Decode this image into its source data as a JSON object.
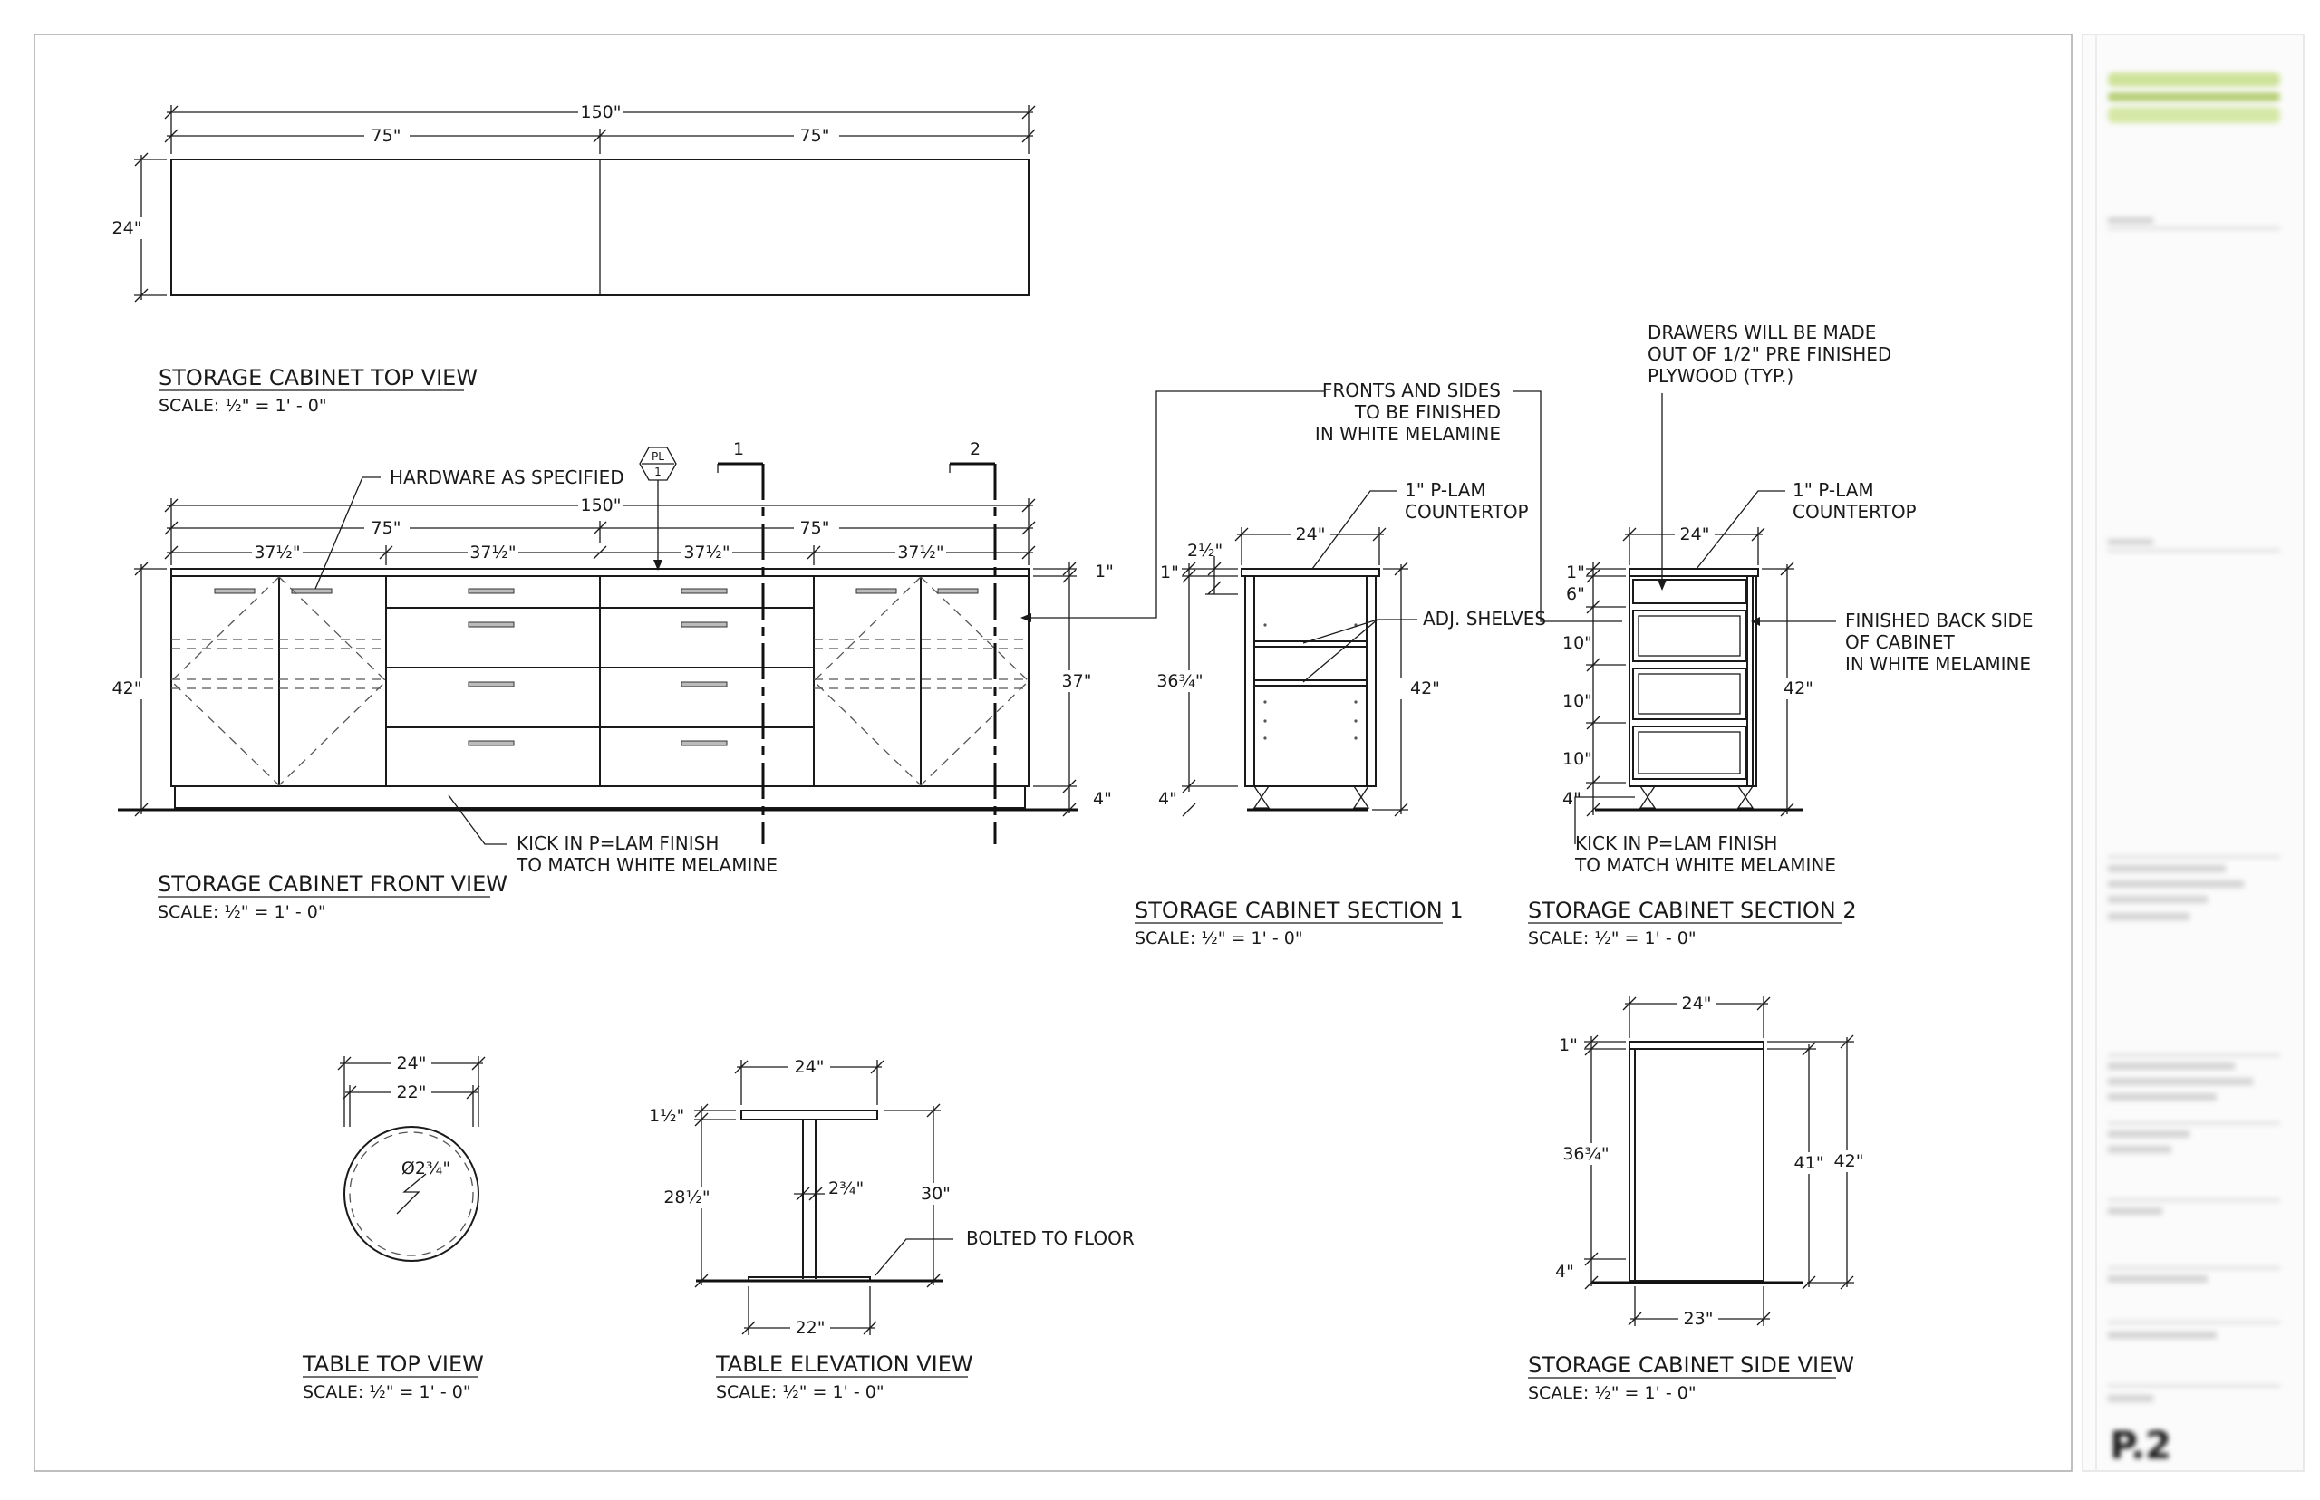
{
  "views": {
    "top_view": {
      "title": "STORAGE CABINET TOP VIEW",
      "scale": "SCALE: ½\" = 1' - 0\""
    },
    "front_view": {
      "title": "STORAGE CABINET FRONT VIEW",
      "scale": "SCALE: ½\" = 1' - 0\""
    },
    "section_1": {
      "title": "STORAGE CABINET SECTION 1",
      "scale": "SCALE: ½\" = 1' - 0\""
    },
    "section_2": {
      "title": "STORAGE CABINET SECTION 2",
      "scale": "SCALE: ½\" = 1' - 0\""
    },
    "table_top": {
      "title": "TABLE TOP VIEW",
      "scale": "SCALE: ½\" = 1' - 0\""
    },
    "table_elev": {
      "title": "TABLE ELEVATION VIEW",
      "scale": "SCALE: ½\" = 1' - 0\""
    },
    "side_view": {
      "title": "STORAGE CABINET SIDE VIEW",
      "scale": "SCALE: ½\" = 1' - 0\""
    }
  },
  "dims": {
    "top_overall": "150\"",
    "top_half_left": "75\"",
    "top_half_right": "75\"",
    "top_depth": "24\"",
    "front_overall": "150\"",
    "front_half_left": "75\"",
    "front_half_right": "75\"",
    "front_bay_1": "37½\"",
    "front_bay_2": "37½\"",
    "front_bay_3": "37½\"",
    "front_bay_4": "37½\"",
    "front_height": "42\"",
    "front_top": "1\"",
    "front_body": "37\"",
    "front_kick": "4\"",
    "s1_width": "24\"",
    "s1_top_a": "1\"",
    "s1_top_b": "2½\"",
    "s1_body": "36¾\"",
    "s1_kick": "4\"",
    "s1_height": "42\"",
    "s2_width": "24\"",
    "s2_top": "1\"",
    "s2_d1": "6\"",
    "s2_d2": "10\"",
    "s2_d3": "10\"",
    "s2_d4": "10\"",
    "s2_kick": "4\"",
    "s2_height": "42\"",
    "tt_outer": "24\"",
    "tt_inner": "22\"",
    "tt_post": "Ø2¾\"",
    "te_width": "24\"",
    "te_top": "1½\"",
    "te_body": "28½\"",
    "te_post": "2¾\"",
    "te_height": "30\"",
    "te_base": "22\"",
    "sv_width": "24\"",
    "sv_top": "1\"",
    "sv_body": "36¾\"",
    "sv_kick": "4\"",
    "sv_inner_h": "41\"",
    "sv_height": "42\"",
    "sv_depth": "23\""
  },
  "notes": {
    "hardware": "HARDWARE AS SPECIFIED",
    "kick_front_1": "KICK IN P=LAM FINISH",
    "kick_front_2": "TO MATCH WHITE MELAMINE",
    "fronts_1": "FRONTS AND SIDES",
    "fronts_2": "TO BE FINISHED",
    "fronts_3": "IN WHITE MELAMINE",
    "ctop1_1": "1\" P-LAM",
    "ctop1_2": "COUNTERTOP",
    "adj_shelves": "ADJ. SHELVES",
    "drawers_1": "DRAWERS WILL BE MADE",
    "drawers_2": "OUT OF 1/2\" PRE FINISHED",
    "drawers_3": "PLYWOOD (TYP.)",
    "ctop2_1": "1\" P-LAM",
    "ctop2_2": "COUNTERTOP",
    "back_1": "FINISHED BACK SIDE",
    "back_2": "OF CABINET",
    "back_3": "IN WHITE MELAMINE",
    "kick_s2_1": "KICK IN P=LAM FINISH",
    "kick_s2_2": "TO MATCH WHITE MELAMINE",
    "bolted": "BOLTED TO FLOOR"
  },
  "tags": {
    "section_1": "1",
    "section_2": "2",
    "pl_top": "PL",
    "pl_bottom": "1"
  },
  "titleblock": {
    "sheet_number": "P.2"
  }
}
